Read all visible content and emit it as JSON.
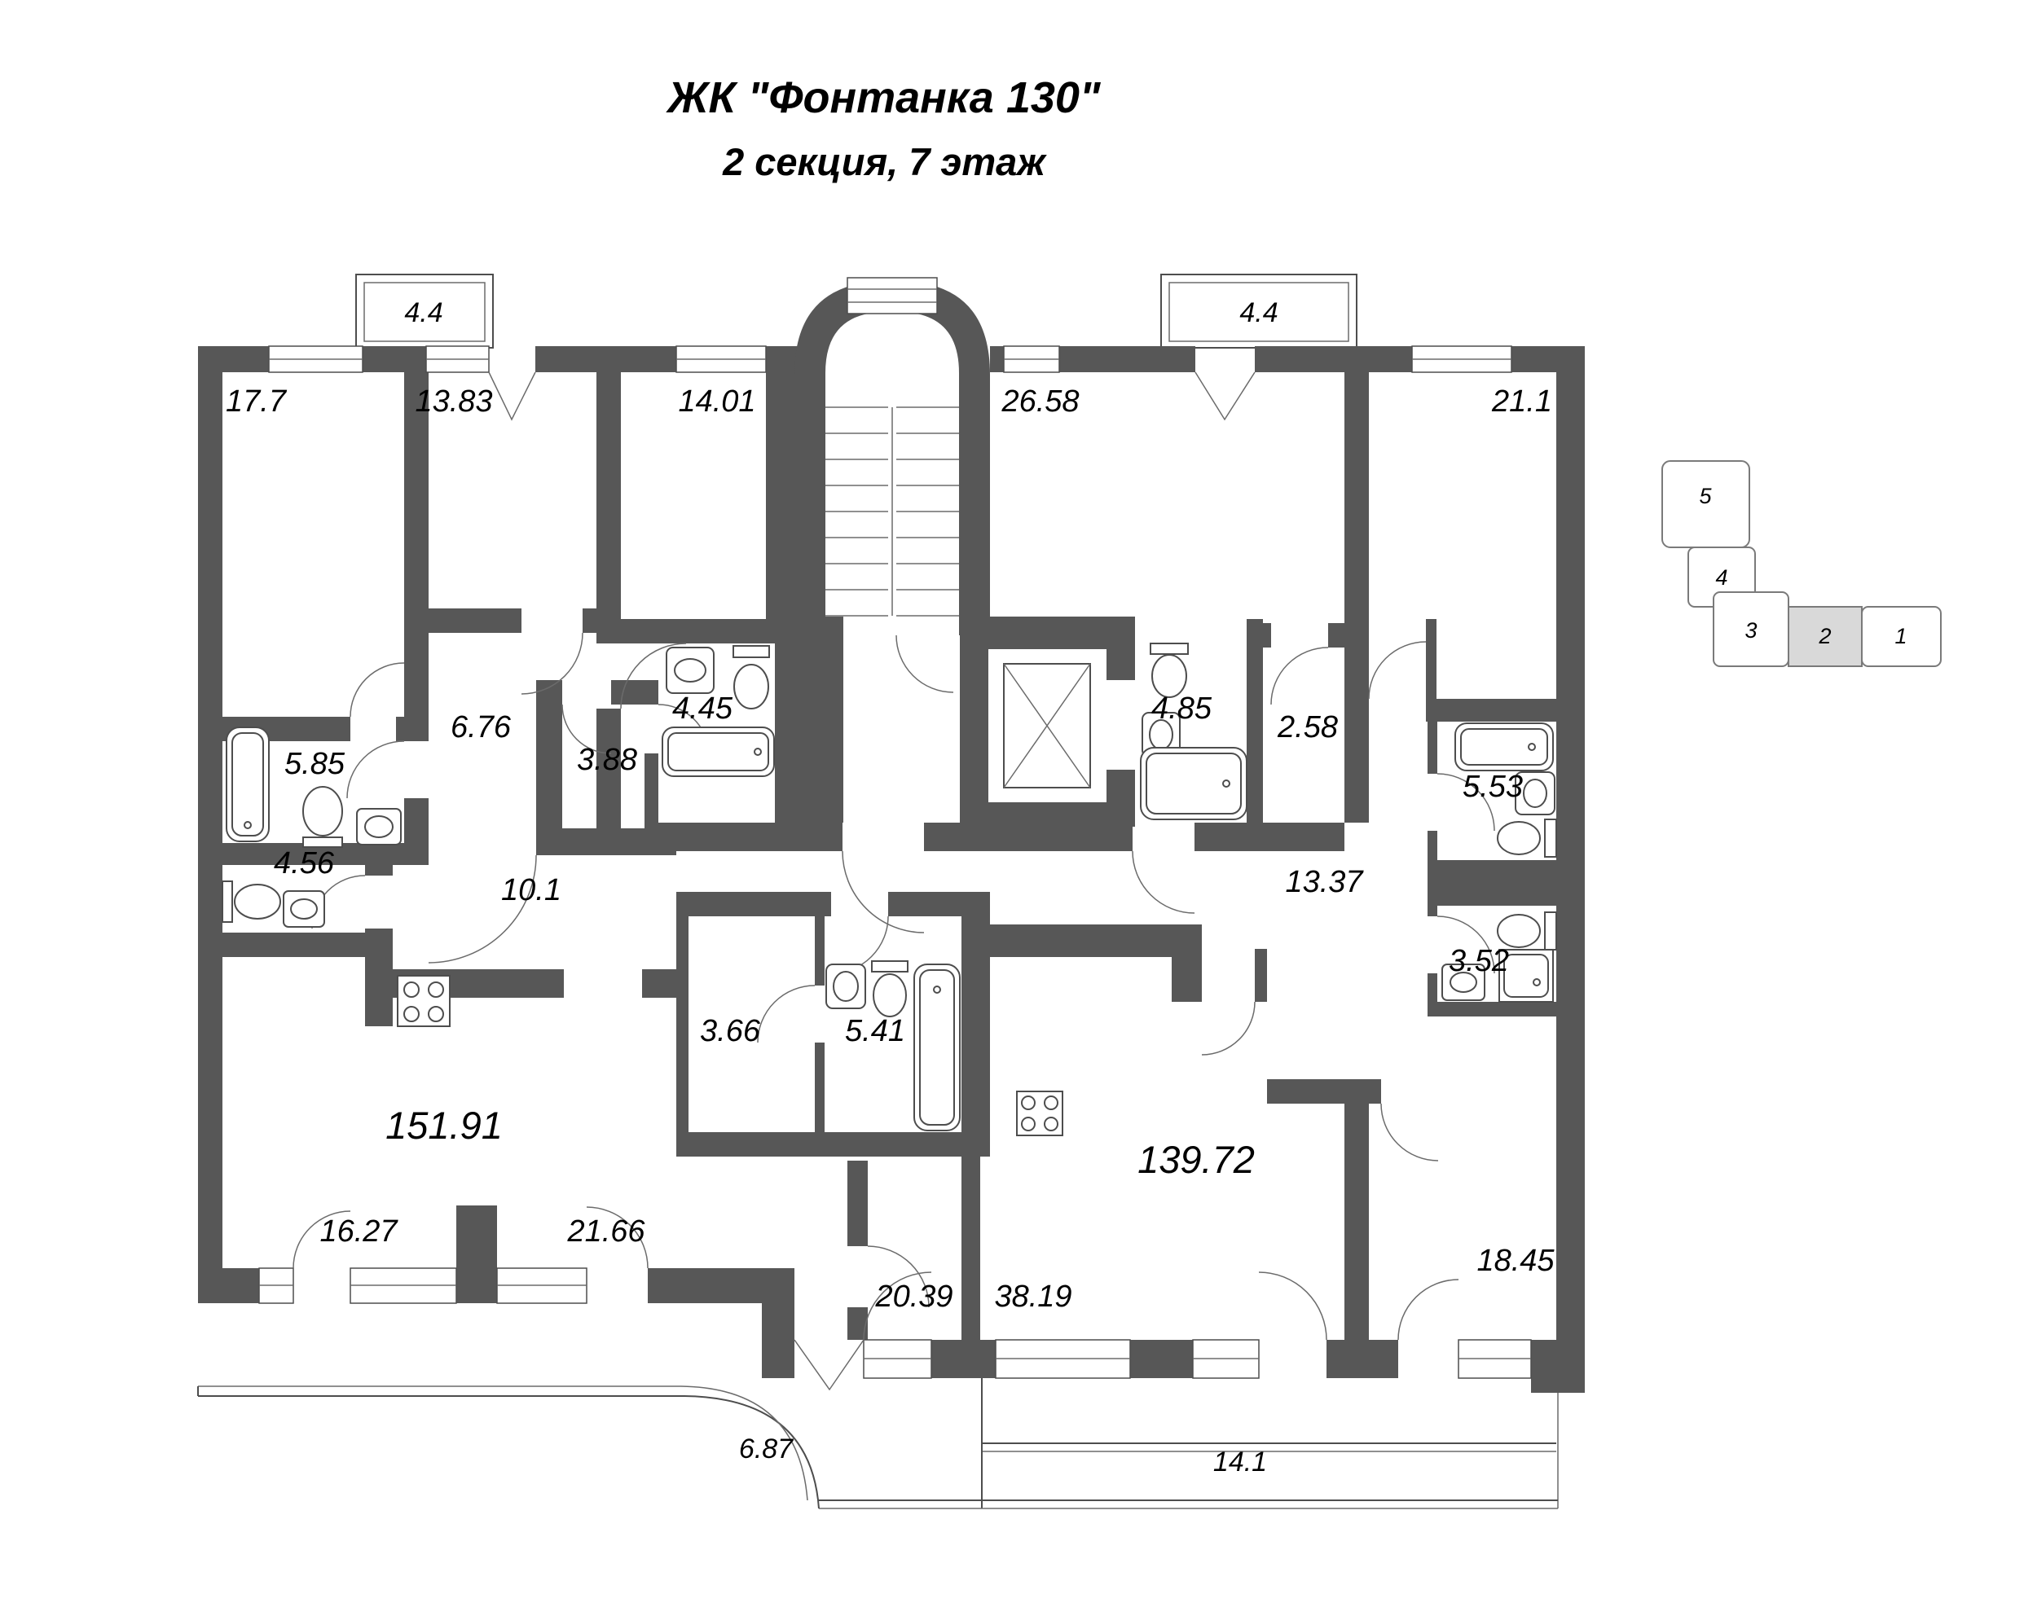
{
  "title": {
    "line1": "ЖК \"Фонтанка 130\"",
    "line2": "2 секция, 7 этаж"
  },
  "plan": {
    "rooms": [
      {
        "id": "room-17-7",
        "label": "17.7"
      },
      {
        "id": "room-13-83",
        "label": "13.83"
      },
      {
        "id": "room-14-01",
        "label": "14.01"
      },
      {
        "id": "hall-26-58",
        "label": "26.58"
      },
      {
        "id": "room-21-1",
        "label": "21.1"
      },
      {
        "id": "balcony-left",
        "label": "4.4"
      },
      {
        "id": "balcony-right",
        "label": "4.4"
      },
      {
        "id": "bath-5-85",
        "label": "5.85"
      },
      {
        "id": "hall-6-76",
        "label": "6.76"
      },
      {
        "id": "hall-3-88",
        "label": "3.88"
      },
      {
        "id": "bath-4-45",
        "label": "4.45"
      },
      {
        "id": "bath-4-85",
        "label": "4.85"
      },
      {
        "id": "closet-2-58",
        "label": "2.58"
      },
      {
        "id": "bath-5-53",
        "label": "5.53"
      },
      {
        "id": "wc-4-56",
        "label": "4.56"
      },
      {
        "id": "corridor-10-1",
        "label": "10.1"
      },
      {
        "id": "corridor-13-37",
        "label": "13.37"
      },
      {
        "id": "wc-3-52",
        "label": "3.52"
      },
      {
        "id": "apartment-151-91",
        "label": "151.91"
      },
      {
        "id": "storage-3-66",
        "label": "3.66"
      },
      {
        "id": "bath-5-41",
        "label": "5.41"
      },
      {
        "id": "apartment-139-72",
        "label": "139.72"
      },
      {
        "id": "room-16-27",
        "label": "16.27"
      },
      {
        "id": "room-21-66",
        "label": "21.66"
      },
      {
        "id": "room-20-39",
        "label": "20.39"
      },
      {
        "id": "room-38-19",
        "label": "38.19"
      },
      {
        "id": "room-18-45",
        "label": "18.45"
      },
      {
        "id": "balcony-6-87",
        "label": "6.87"
      },
      {
        "id": "balcony-14-1",
        "label": "14.1"
      }
    ]
  },
  "locator": {
    "active_section": "2",
    "sections": [
      {
        "label": "5"
      },
      {
        "label": "4"
      },
      {
        "label": "3"
      },
      {
        "label": "2"
      },
      {
        "label": "1"
      }
    ]
  },
  "colors": {
    "wall": "#575757",
    "active_section_fill": "#d9d9d9",
    "background": "#ffffff"
  }
}
